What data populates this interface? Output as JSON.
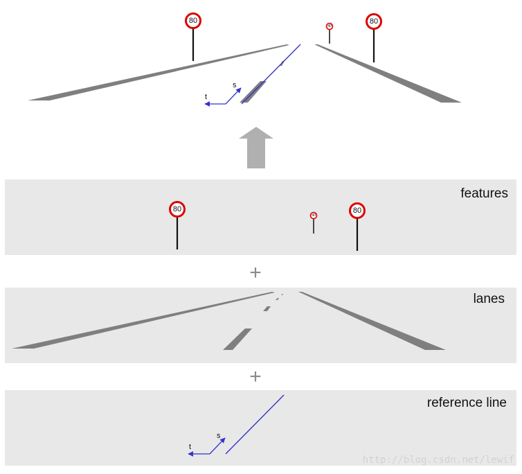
{
  "colors": {
    "panel_bg": "#e8e8e8",
    "lane_marking": "#7f7f7f",
    "reference_line": "#3333cc",
    "sign_ring": "#dd0000",
    "sign_post": "#111111",
    "arrow": "#b0b0b0",
    "plus": "#8a8a8a"
  },
  "panels": {
    "features": {
      "label": "features"
    },
    "lanes": {
      "label": "lanes"
    },
    "reference_line": {
      "label": "reference line"
    }
  },
  "signs": {
    "near_left": "80",
    "far": "40",
    "near_right": "80"
  },
  "axes": {
    "s": "s",
    "t": "t"
  },
  "operators": {
    "plus": "+"
  },
  "icons": {
    "compose": "up-arrow-icon",
    "sign": "speed-limit-sign-icon"
  },
  "watermark": "http://blog.csdn.net/lewif"
}
